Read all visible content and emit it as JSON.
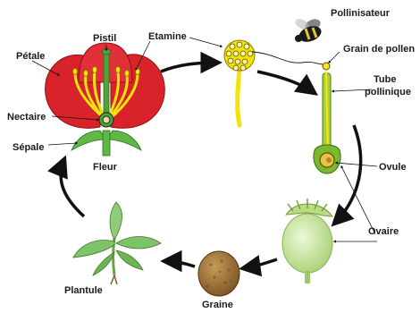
{
  "labels": {
    "petale": "Pétale",
    "pistil": "Pistil",
    "etamine": "Etamine",
    "nectaire": "Nectaire",
    "sepale": "Sépale",
    "fleur": "Fleur",
    "pollinisateur": "Pollinisateur",
    "grain_pollen": "Grain de pollen",
    "tube_line1": "Tube",
    "tube_line2": "pollinique",
    "ovule": "Ovule",
    "ovaire": "Ovaire",
    "graine": "Graine",
    "plantule": "Plantule"
  },
  "colors": {
    "petal_red": "#d8232a",
    "stamen_yellow": "#f2e30a",
    "pistil_green": "#4fa33a",
    "sepal_green": "#5fb845",
    "pollen_yellow": "#f4e81a",
    "tube_green": "#a9d23a",
    "pod_green": "#c9e79a",
    "seed_brown": "#a5793e",
    "seedling_green": "#7ec36a",
    "arrow": "#111111"
  }
}
